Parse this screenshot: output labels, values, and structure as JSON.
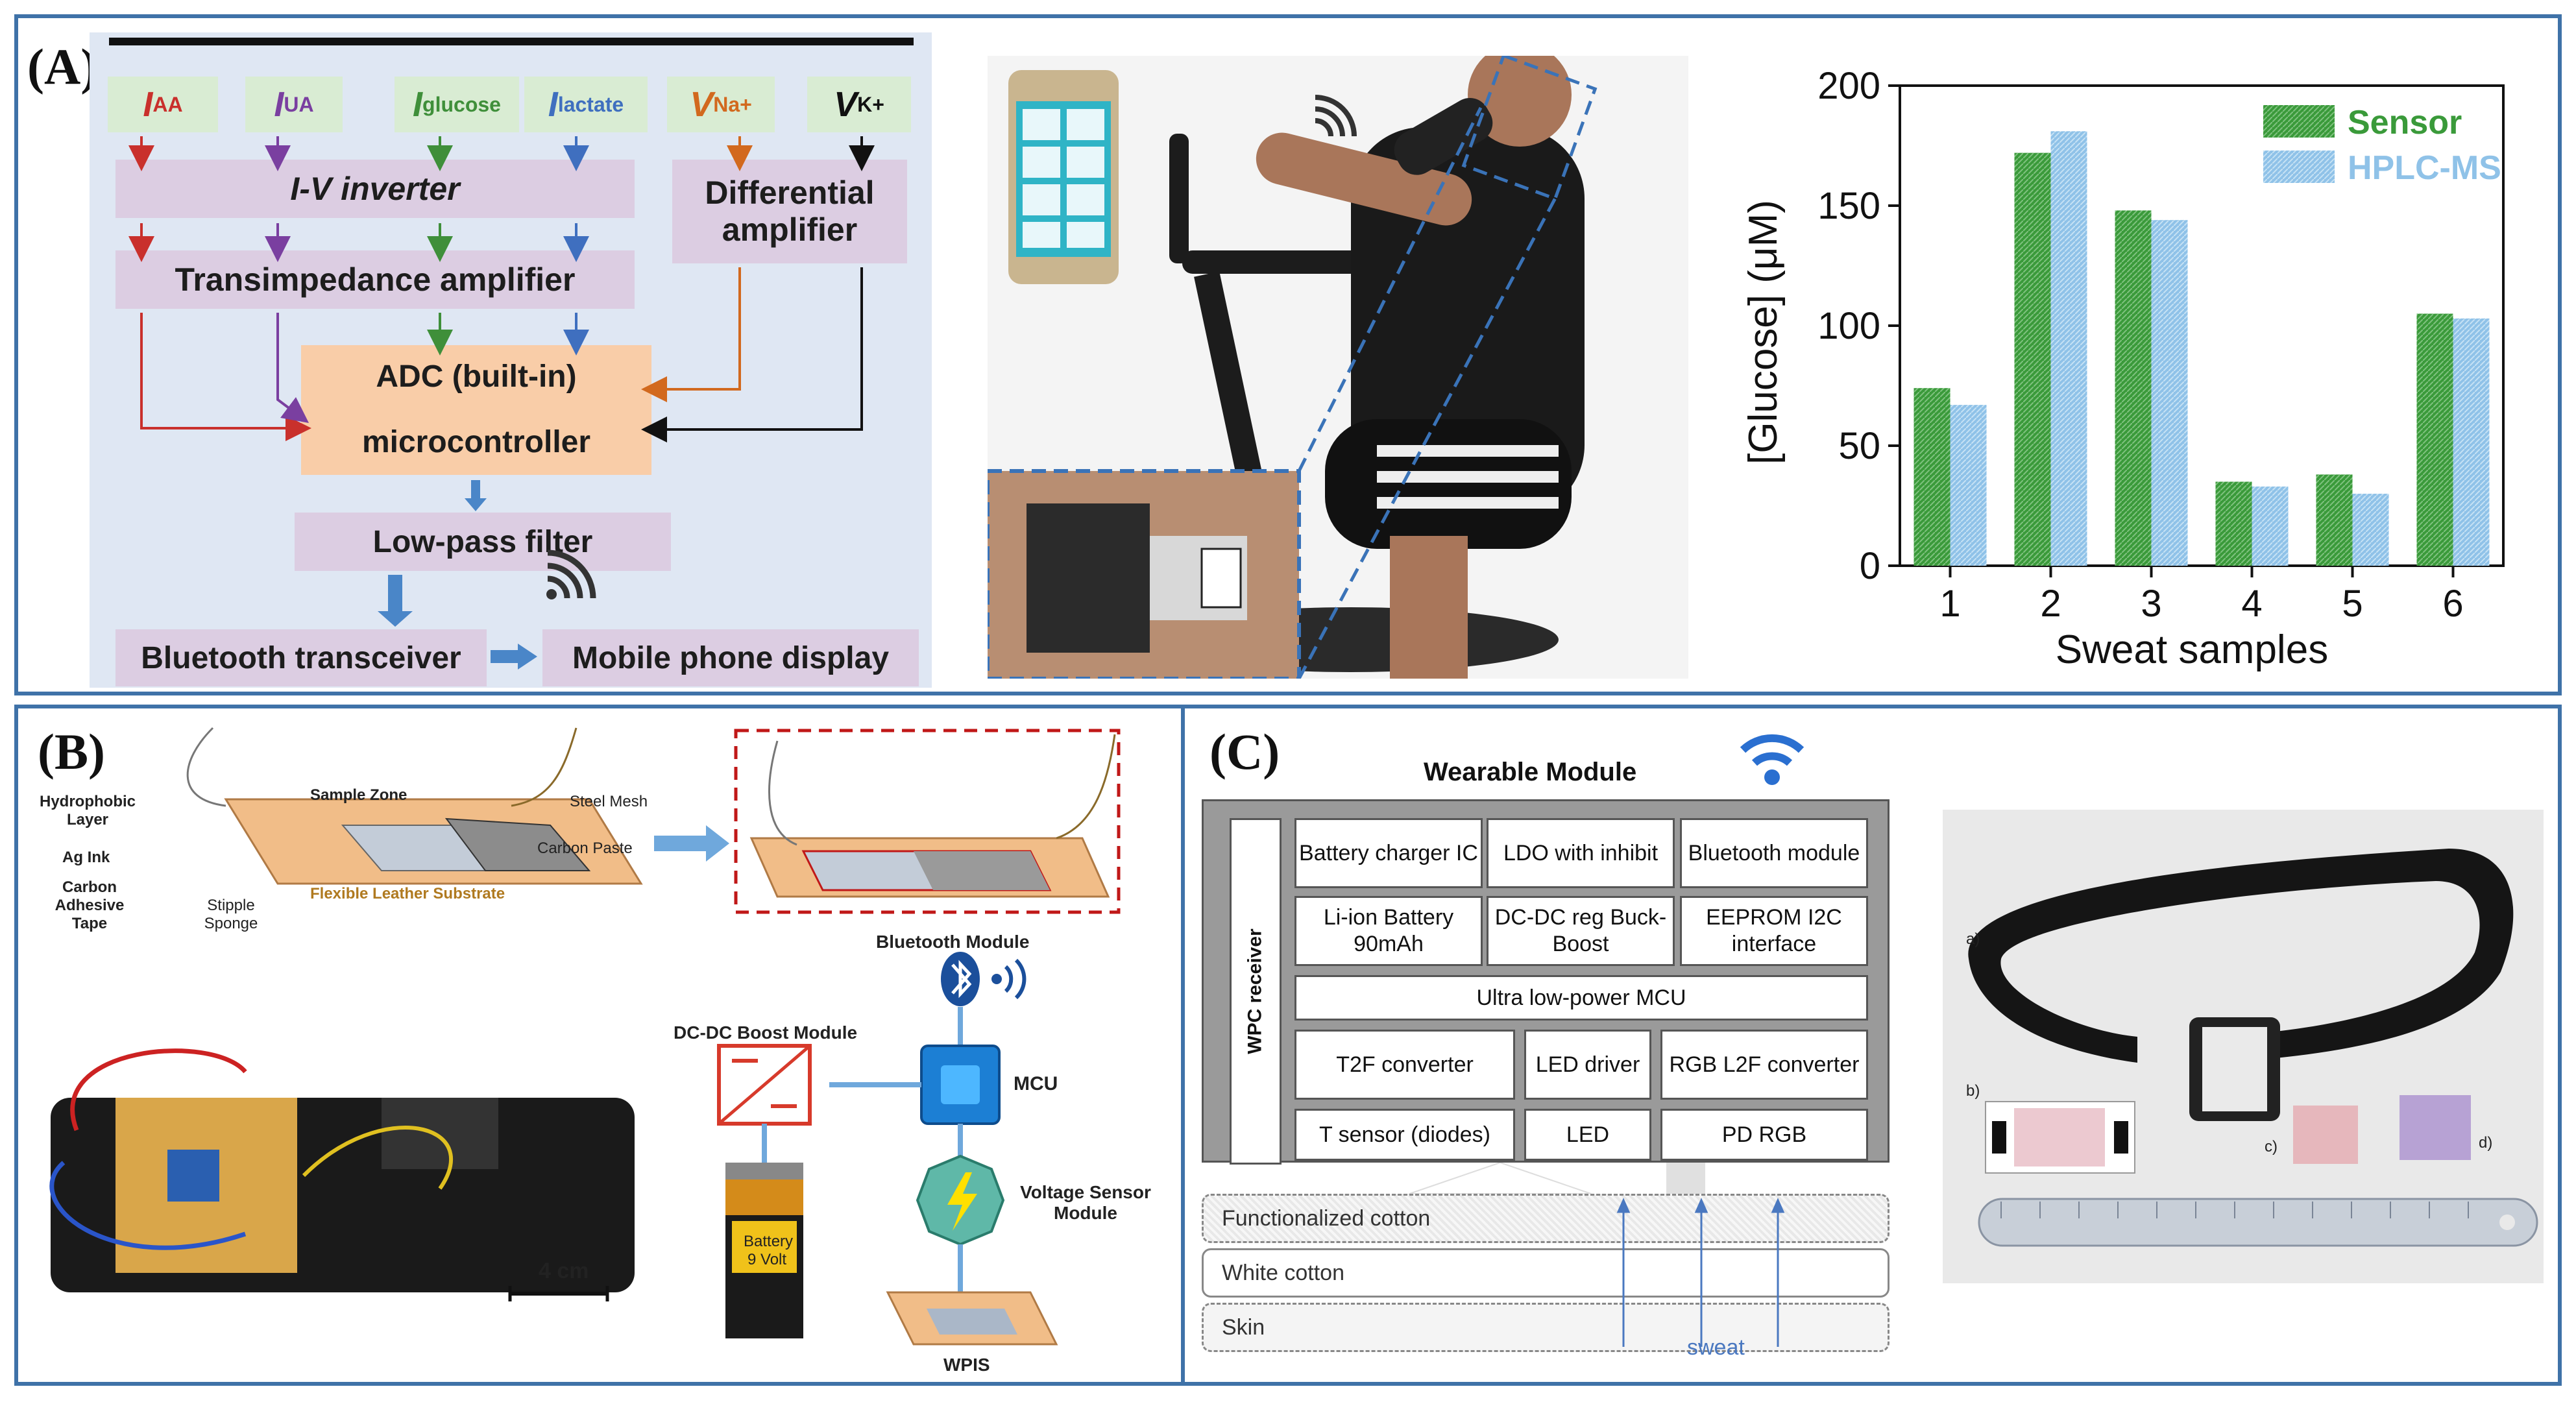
{
  "labels": {
    "a": "(A)",
    "b": "(B)",
    "c": "(C)"
  },
  "panel_a": {
    "signals": [
      {
        "main": "I",
        "sub": "AA",
        "color": "#c9302c"
      },
      {
        "main": "I",
        "sub": "UA",
        "color": "#7a3fa0"
      },
      {
        "main": "I",
        "sub": "glucose",
        "color": "#3f8f3a"
      },
      {
        "main": "I",
        "sub": "lactate",
        "color": "#3f6fbf"
      },
      {
        "main": "V",
        "sub": "Na+",
        "color": "#d2691e"
      },
      {
        "main": "V",
        "sub": "K+",
        "color": "#111111"
      }
    ],
    "iv_inverter": "I-V inverter",
    "differential": "Differential amplifier",
    "transimpedance": "Transimpedance amplifier",
    "adc_line1": "ADC (built-in)",
    "adc_line2": "microcontroller",
    "lowpass": "Low-pass filter",
    "bluetooth": "Bluetooth transceiver",
    "mobile": "Mobile phone display"
  },
  "chart_data": {
    "type": "bar",
    "categories": [
      "1",
      "2",
      "3",
      "4",
      "5",
      "6"
    ],
    "series": [
      {
        "name": "Sensor",
        "values": [
          74,
          172,
          148,
          35,
          38,
          105
        ],
        "color": "#3a9a3a"
      },
      {
        "name": "HPLC-MS",
        "values": [
          67,
          181,
          144,
          33,
          30,
          103
        ],
        "color": "#8fc2e8"
      }
    ],
    "xlabel": "Sweat samples",
    "ylabel": "[Glucose] (μM)",
    "ylim": [
      0,
      200
    ],
    "yticks": [
      "0",
      "50",
      "100",
      "150",
      "200"
    ],
    "legend": "top-right"
  },
  "panel_b": {
    "hydrophobic": "Hydrophobic Layer",
    "sample_zone": "Sample Zone",
    "steel_mesh": "Steel Mesh",
    "ag_ink": "Ag Ink",
    "carbon_paste": "Carbon Paste",
    "carbon_tape": "Carbon Adhesive Tape",
    "stipple": "Stipple Sponge",
    "substrate": "Flexible Leather Substrate",
    "bt_module": "Bluetooth Module",
    "dcdc": "DC-DC Boost Module",
    "mcu": "MCU",
    "voltage": "Voltage Sensor Module",
    "battery_line1": "Battery",
    "battery_line2": "9 Volt",
    "wpis": "WPIS",
    "scale": "4 cm"
  },
  "panel_c": {
    "title": "Wearable Module",
    "wpc": "WPC receiver",
    "grid": [
      [
        "Battery charger IC",
        "LDO with inhibit",
        "Bluetooth module"
      ],
      [
        "Li-ion Battery 90mAh",
        "DC-DC reg Buck-Boost",
        "EEPROM I2C interface"
      ]
    ],
    "mcu": "Ultra low-power MCU",
    "t2f": "T2F converter",
    "led_driver": "LED driver",
    "rgb": "RGB L2F converter",
    "tsensor": "T sensor (diodes)",
    "led": "LED",
    "pdrgb": "PD RGB",
    "layers": [
      "Functionalized cotton",
      "White cotton",
      "Skin"
    ],
    "sweat": "sweat",
    "photo_labels": [
      "a)",
      "b)",
      "c)",
      "d)"
    ]
  }
}
